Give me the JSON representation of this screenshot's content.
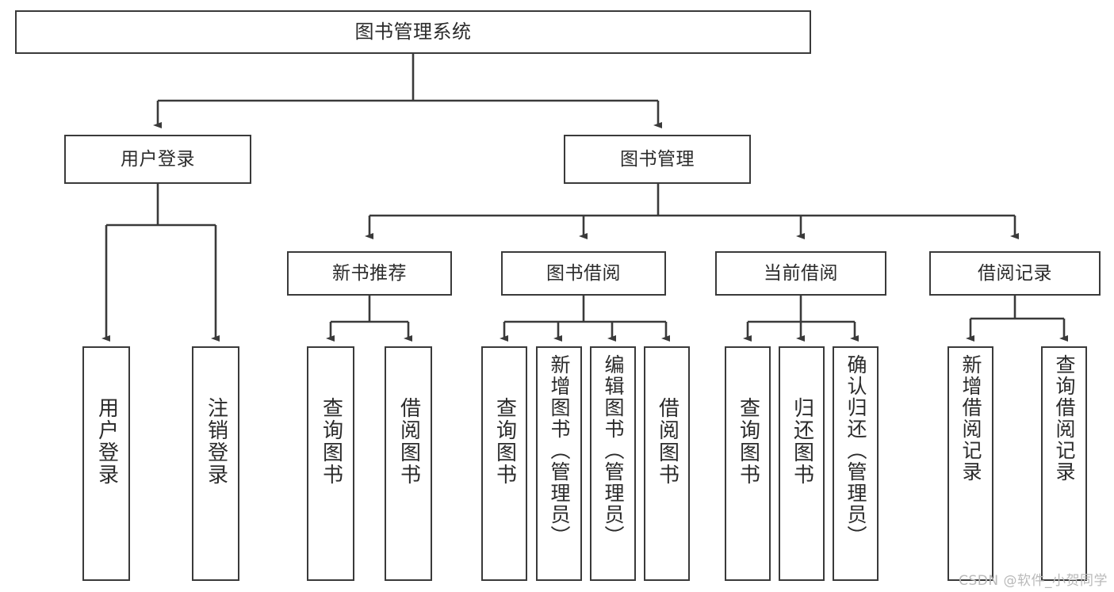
{
  "diagram": {
    "title": "图书管理系统",
    "type": "tree-hierarchy",
    "watermark": "CSDN @软件_小贺同学",
    "colors": {
      "stroke": "#3a3a3a",
      "fill": "#ffffff",
      "text": "#2b2b2b",
      "watermark": "#b9b9b9"
    },
    "levels": {
      "root": "图书管理系统",
      "level2": [
        "用户登录",
        "图书管理"
      ],
      "level3": [
        "新书推荐",
        "图书借阅",
        "当前借阅",
        "借阅记录"
      ]
    },
    "nodes": {
      "root": {
        "label": "图书管理系统"
      },
      "user_login": {
        "label": "用户登录"
      },
      "book_manage": {
        "label": "图书管理"
      },
      "new_book_rec": {
        "label": "新书推荐"
      },
      "book_borrow": {
        "label": "图书借阅"
      },
      "current_borrow": {
        "label": "当前借阅"
      },
      "borrow_record": {
        "label": "借阅记录"
      },
      "leaf_user_login": {
        "label": "用户登录"
      },
      "leaf_logout": {
        "label": "注销登录"
      },
      "leaf_query_book_1": {
        "label": "查询图书"
      },
      "leaf_borrow_book_1": {
        "label": "借阅图书"
      },
      "leaf_query_book_2": {
        "label": "查询图书"
      },
      "leaf_add_book_admin": {
        "label": "新增图书（管理员）"
      },
      "leaf_edit_book_admin": {
        "label": "编辑图书（管理员）"
      },
      "leaf_borrow_book_2": {
        "label": "借阅图书"
      },
      "leaf_query_book_3": {
        "label": "查询图书"
      },
      "leaf_return_book": {
        "label": "归还图书"
      },
      "leaf_confirm_return_admin": {
        "label": "确认归还（管理员）"
      },
      "leaf_add_record": {
        "label": "新增借阅记录"
      },
      "leaf_query_record": {
        "label": "查询借阅记录"
      }
    },
    "edges": [
      {
        "from": "root",
        "to": "user_login"
      },
      {
        "from": "root",
        "to": "book_manage"
      },
      {
        "from": "user_login",
        "to": "leaf_user_login"
      },
      {
        "from": "user_login",
        "to": "leaf_logout"
      },
      {
        "from": "book_manage",
        "to": "new_book_rec"
      },
      {
        "from": "book_manage",
        "to": "book_borrow"
      },
      {
        "from": "book_manage",
        "to": "current_borrow"
      },
      {
        "from": "book_manage",
        "to": "borrow_record"
      },
      {
        "from": "new_book_rec",
        "to": "leaf_query_book_1"
      },
      {
        "from": "new_book_rec",
        "to": "leaf_borrow_book_1"
      },
      {
        "from": "book_borrow",
        "to": "leaf_query_book_2"
      },
      {
        "from": "book_borrow",
        "to": "leaf_add_book_admin"
      },
      {
        "from": "book_borrow",
        "to": "leaf_edit_book_admin"
      },
      {
        "from": "book_borrow",
        "to": "leaf_borrow_book_2"
      },
      {
        "from": "current_borrow",
        "to": "leaf_query_book_3"
      },
      {
        "from": "current_borrow",
        "to": "leaf_return_book"
      },
      {
        "from": "current_borrow",
        "to": "leaf_confirm_return_admin"
      },
      {
        "from": "borrow_record",
        "to": "leaf_add_record"
      },
      {
        "from": "borrow_record",
        "to": "leaf_query_record"
      }
    ]
  }
}
